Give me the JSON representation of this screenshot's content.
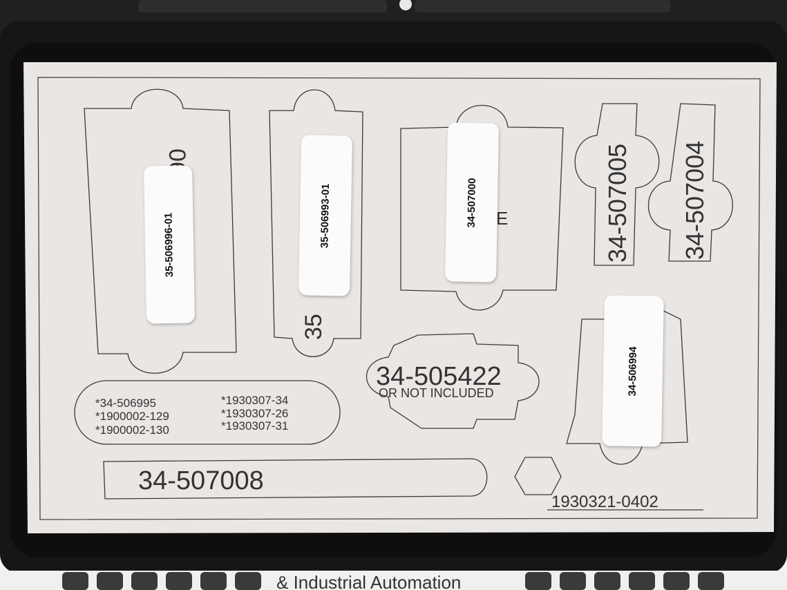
{
  "print": {
    "cutouts": {
      "c1_partial": "06",
      "c2_partial": "35",
      "c3_partial": "E",
      "c4": "34-507005",
      "c5": "34-507004",
      "c6_main": "34-505422",
      "c6_sub": "OR NOT INCLUDED",
      "long_slot": "34-507008"
    },
    "parts_list": {
      "left": [
        "*34-506995",
        "*1900002-129",
        "*1900002-130"
      ],
      "right": [
        "*1930307-34",
        "*1930307-26",
        "*1930307-31"
      ]
    },
    "drawing_number": "1930321-0402"
  },
  "stickers": {
    "s1": "35-506996-01",
    "s2": "35-506993-01",
    "s3": "34-507000",
    "s4": "34-506994"
  },
  "below_case_text": "& Industrial Automation",
  "colors": {
    "case": "#1a1a1a",
    "paper": "#e9e6e4",
    "ink": "#3a3a3a",
    "sticker": "#fbfbfb",
    "background": "#f3f3f3"
  }
}
